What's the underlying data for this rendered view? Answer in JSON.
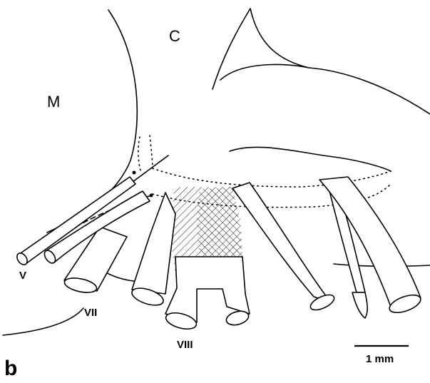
{
  "labels": {
    "region_c": "C",
    "region_m": "M",
    "nerve_v": "V",
    "nerve_vii": "VII",
    "nerve_viii": "VIII",
    "panel": "b"
  },
  "scale_bar": {
    "label": "1 mm"
  },
  "colors": {
    "line": "#000000",
    "background": "#ffffff"
  }
}
